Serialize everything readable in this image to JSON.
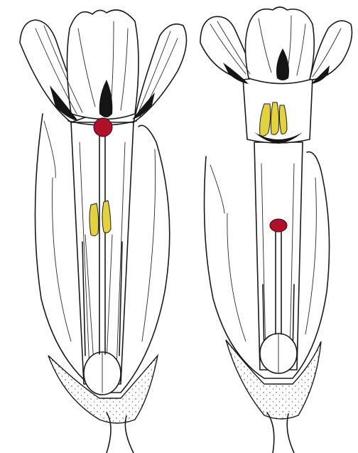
{
  "figure": {
    "panels": [
      {
        "id": "pin-flower",
        "style_position": "long",
        "anther_position": "low"
      },
      {
        "id": "thrum-flower",
        "style_position": "short",
        "anther_position": "high"
      }
    ],
    "colors": {
      "stigma": "#b0102a",
      "anthers": "#e4d23c",
      "ink": "#1a1a1a",
      "paper": "#ffffff"
    }
  }
}
